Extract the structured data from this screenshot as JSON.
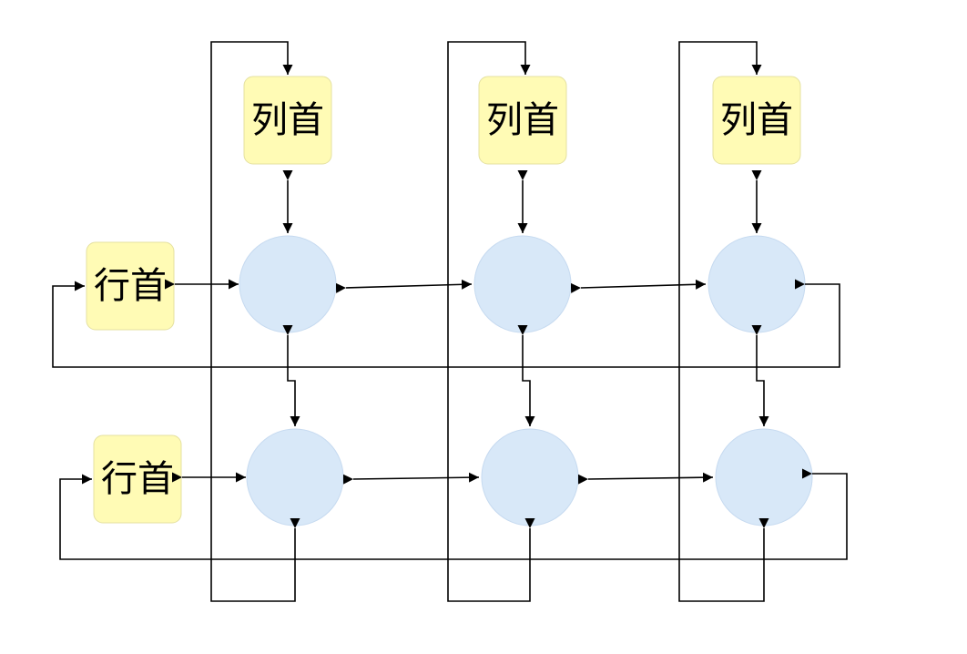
{
  "column_headers": [
    {
      "label": "列首"
    },
    {
      "label": "列首"
    },
    {
      "label": "列首"
    }
  ],
  "row_headers": [
    {
      "label": "行首"
    },
    {
      "label": "行首"
    }
  ],
  "node_rows": 2,
  "node_cols": 3,
  "colors": {
    "header_fill": "#FFFBB5",
    "header_stroke": "#E4E0A0",
    "node_fill": "#D8E8F8",
    "node_stroke": "#C6DAF0",
    "line": "#000000"
  }
}
